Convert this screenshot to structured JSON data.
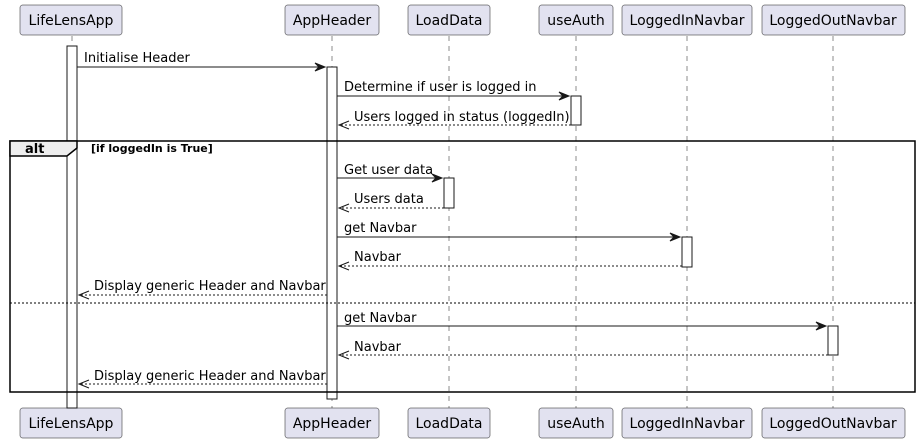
{
  "participants": {
    "lifelensapp": "LifeLensApp",
    "appheader": "AppHeader",
    "loaddata": "LoadData",
    "useauth": "useAuth",
    "loggedinnavbar": "LoggedInNavbar",
    "loggedoutnavbar": "LoggedOutNavbar"
  },
  "messages": {
    "m1": "Initialise Header",
    "m2": "Determine if user is logged in",
    "m3": "Users logged in status (loggedIn)",
    "m4": "Get user data",
    "m5": "Users data",
    "m6": "get Navbar",
    "m7": "Navbar",
    "m8": "Display generic Header and Navbar",
    "m9": "get Navbar",
    "m10": "Navbar",
    "m11": "Display generic Header and Navbar"
  },
  "fragment": {
    "operator": "alt",
    "guard": "[if loggedIn is True]"
  },
  "colors": {
    "participant_fill": "#E2E2F0",
    "stroke": "#181818",
    "fragment_header_fill": "#EEEEEE"
  }
}
